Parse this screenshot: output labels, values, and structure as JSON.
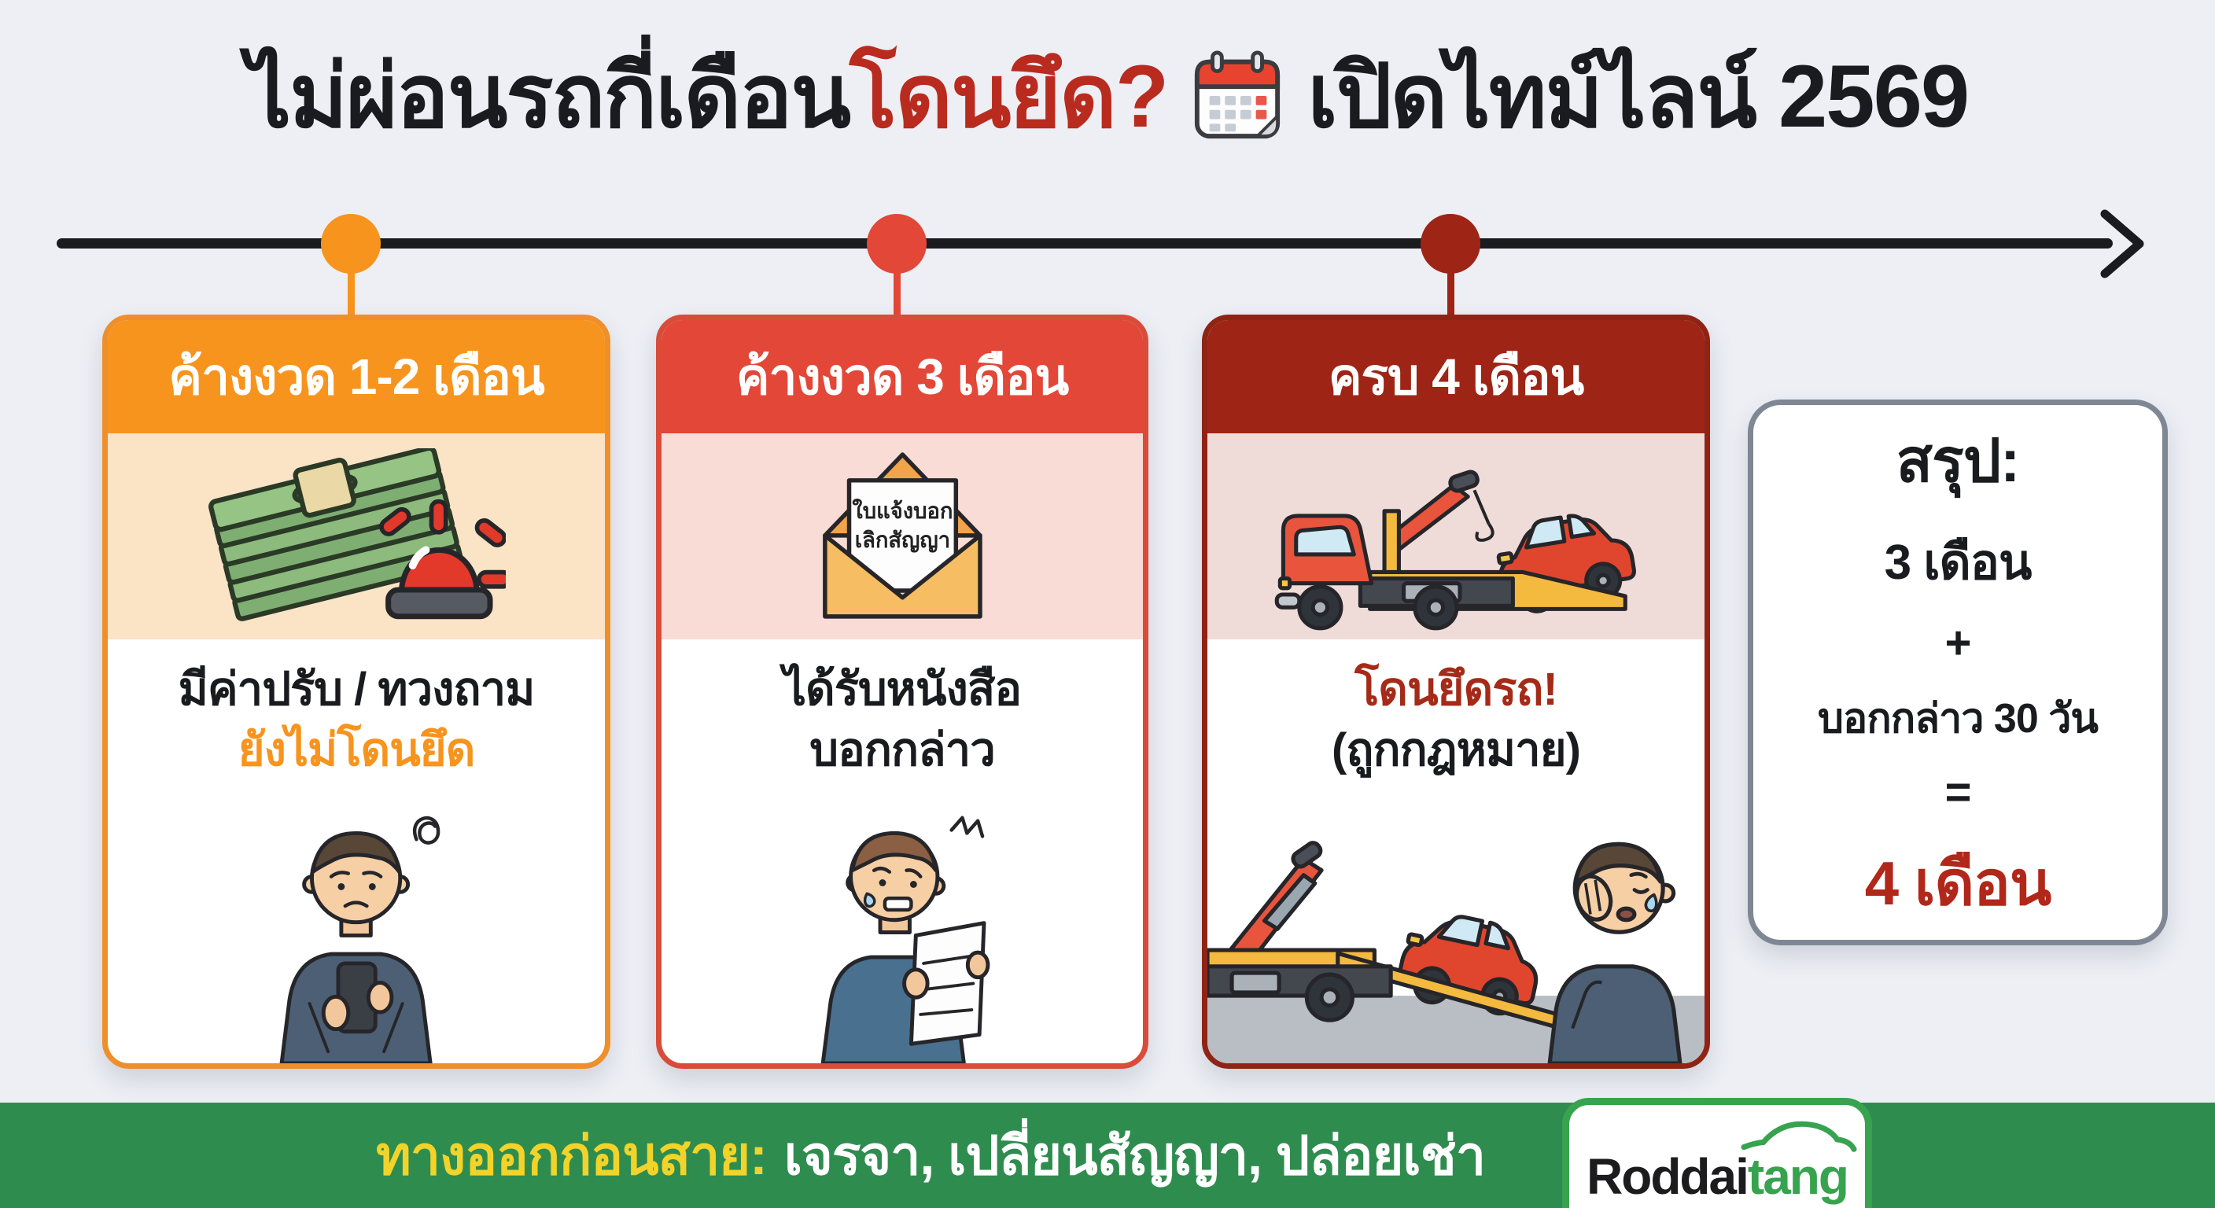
{
  "title": {
    "pre": "ไม่ผ่อนรถกี่เดือน",
    "highlight": "โดนยึด?",
    "post": "เปิดไทม์ไลน์ 2569",
    "calendar_icon": "calendar-icon"
  },
  "cards": [
    {
      "header": "ค้างงวด 1-2 เดือน",
      "icon": "money-stack-siren-icon",
      "line1": "มีค่าปรับ / ทวงถาม",
      "line2": "ยังไม่โดนยึด",
      "illustration": "worried-man-checking-phone"
    },
    {
      "header": "ค้างงวด 3 เดือน",
      "icon": "termination-letter-envelope-icon",
      "envelope_line1": "ใบแจ้งบอก",
      "envelope_line2": "เลิกสัญญา",
      "line1": "ได้รับหนังสือ",
      "line2": "บอกกล่าว",
      "illustration": "shocked-man-reading-letter"
    },
    {
      "header": "ครบ 4 เดือน",
      "icon": "tow-truck-towing-car-icon",
      "line1": "โดนยึดรถ!",
      "line2": "(ถูกกฎหมาย)",
      "illustration": "tow-truck-and-crying-man"
    }
  ],
  "summary": {
    "heading": "สรุป:",
    "line1": "3 เดือน",
    "operator1": "+",
    "line2": "บอกกล่าว 30 วัน",
    "operator2": "=",
    "result": "4 เดือน"
  },
  "footer": {
    "highlight": "ทางออกก่อนสาย:",
    "text": "เจรจา, เปลี่ยนสัญญา, ปล่อยเช่า"
  },
  "logo": {
    "part_black": "Roddai",
    "part_green": "tang"
  },
  "colors": {
    "background": "#edeff5",
    "title_red": "#b92b1e",
    "timeline_black": "#1a1b1f",
    "card1_accent": "#f7941e",
    "card1_panel": "#fbe3c6",
    "card2_accent": "#e24738",
    "card2_panel": "#f9dcd5",
    "card3_accent": "#9e2516",
    "card3_panel": "#efdcd8",
    "card3_highlight": "#a52a18",
    "summary_border": "#7e8793",
    "summary_result_red": "#b1271a",
    "footer_green": "#2f8c4f",
    "footer_yellow": "#f2d32a",
    "logo_green": "#37a34f"
  }
}
